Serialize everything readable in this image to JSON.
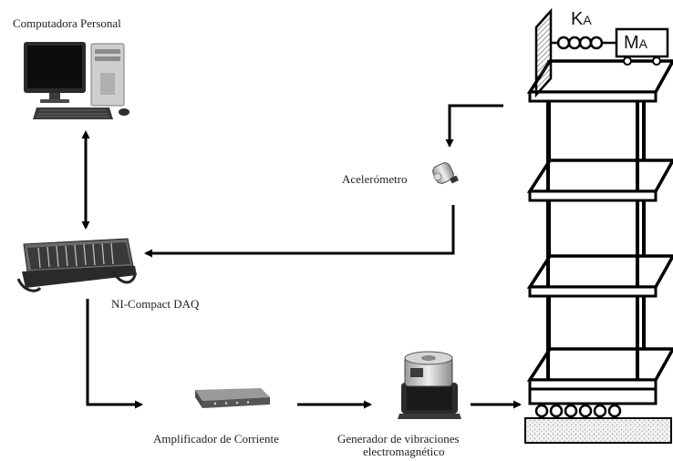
{
  "labels": {
    "pc": "Computadora Personal",
    "accelerometer": "Acelerómetro",
    "daq": "NI-Compact DAQ",
    "amplifier": "Amplificador de Corriente",
    "generator_line1": "Generador de vibraciones",
    "generator_line2": "electromagnético"
  },
  "structure": {
    "spring_label_main": "K",
    "spring_label_sub": "A",
    "mass_label_main": "M",
    "mass_label_sub": "A"
  }
}
